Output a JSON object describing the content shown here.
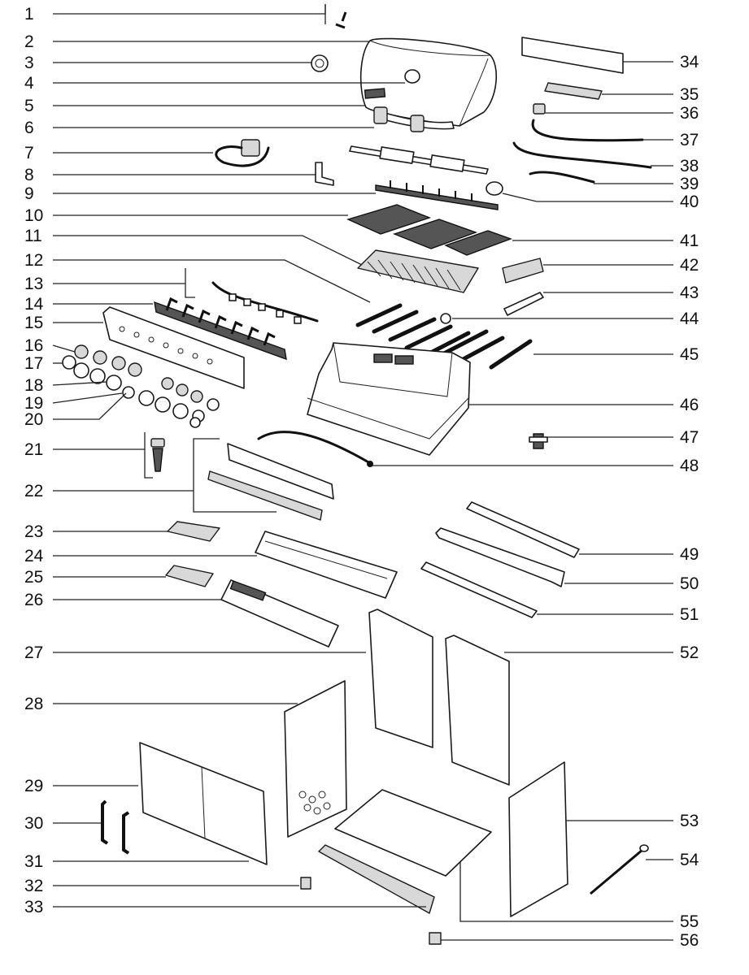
{
  "diagram": {
    "callouts_left": [
      "1",
      "2",
      "3",
      "4",
      "5",
      "6",
      "7",
      "8",
      "9",
      "10",
      "11",
      "12",
      "13",
      "14",
      "15",
      "16",
      "17",
      "18",
      "19",
      "20",
      "21",
      "22",
      "23",
      "24",
      "25",
      "26",
      "27",
      "28",
      "29",
      "30",
      "31",
      "32",
      "33"
    ],
    "callouts_right": [
      "34",
      "35",
      "36",
      "37",
      "38",
      "39",
      "40",
      "41",
      "42",
      "43",
      "44",
      "45",
      "46",
      "47",
      "48",
      "49",
      "50",
      "51",
      "52",
      "53",
      "54",
      "55",
      "56"
    ]
  }
}
